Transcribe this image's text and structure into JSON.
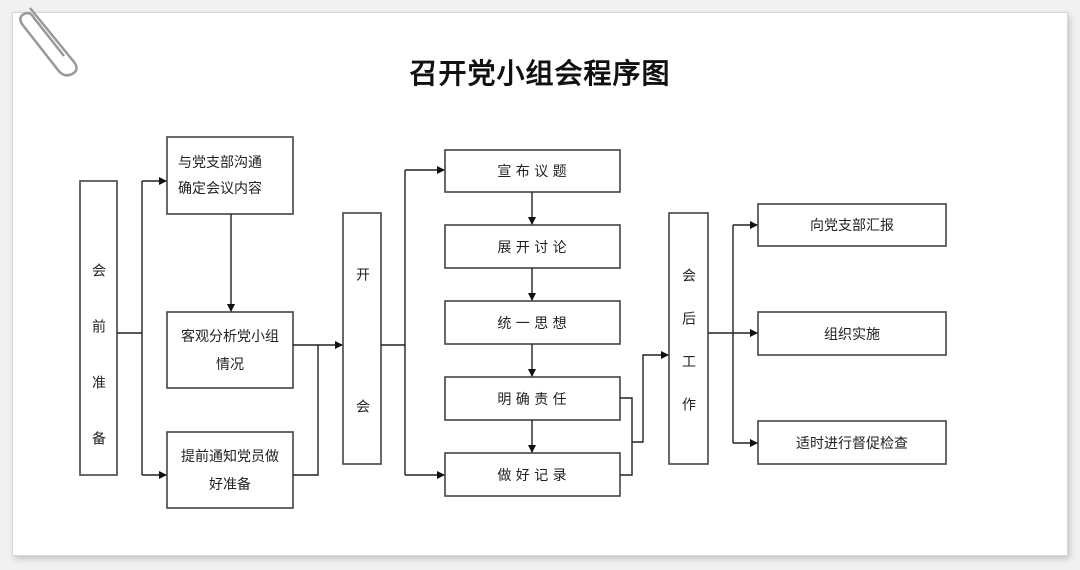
{
  "title": "召开党小组会程序图",
  "stages": {
    "pre": "会前准备",
    "meeting": "开会",
    "post": "会后工作"
  },
  "pre_steps": [
    [
      "与党支部沟通",
      "确定会议内容"
    ],
    [
      "客观分析党小组",
      "情况"
    ],
    [
      "提前通知党员做",
      "好准备"
    ]
  ],
  "meeting_steps": [
    "宣 布 议 题",
    "展 开 讨 论",
    "统 一 思 想",
    "明 确 责 任",
    "做 好 记 录"
  ],
  "post_steps": [
    "向党支部汇报",
    "组织实施",
    "适时进行督促检查"
  ],
  "icons": {
    "corner": "paperclip-icon"
  }
}
